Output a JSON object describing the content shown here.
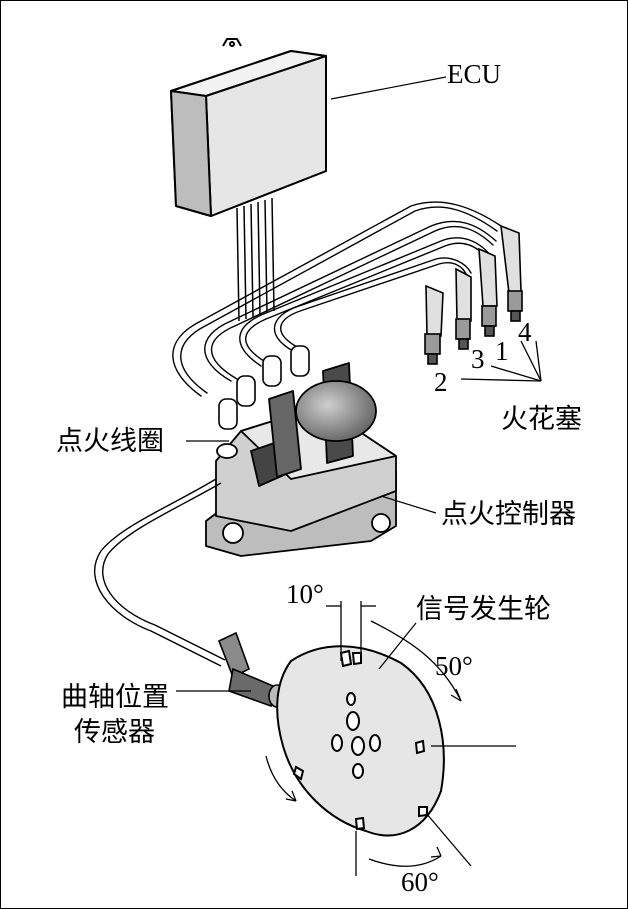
{
  "labels": {
    "ecu": "ECU",
    "spark_plugs": "火花塞",
    "ignition_coil": "点火线圈",
    "ignition_controller": "点火控制器",
    "signal_wheel": "信号发生轮",
    "crank_sensor_line1": "曲轴位置",
    "crank_sensor_line2": "传感器",
    "angle_10": "10°",
    "angle_50": "50°",
    "angle_60": "60°",
    "plug_1": "1",
    "plug_2": "2",
    "plug_3": "3",
    "plug_4": "4"
  }
}
